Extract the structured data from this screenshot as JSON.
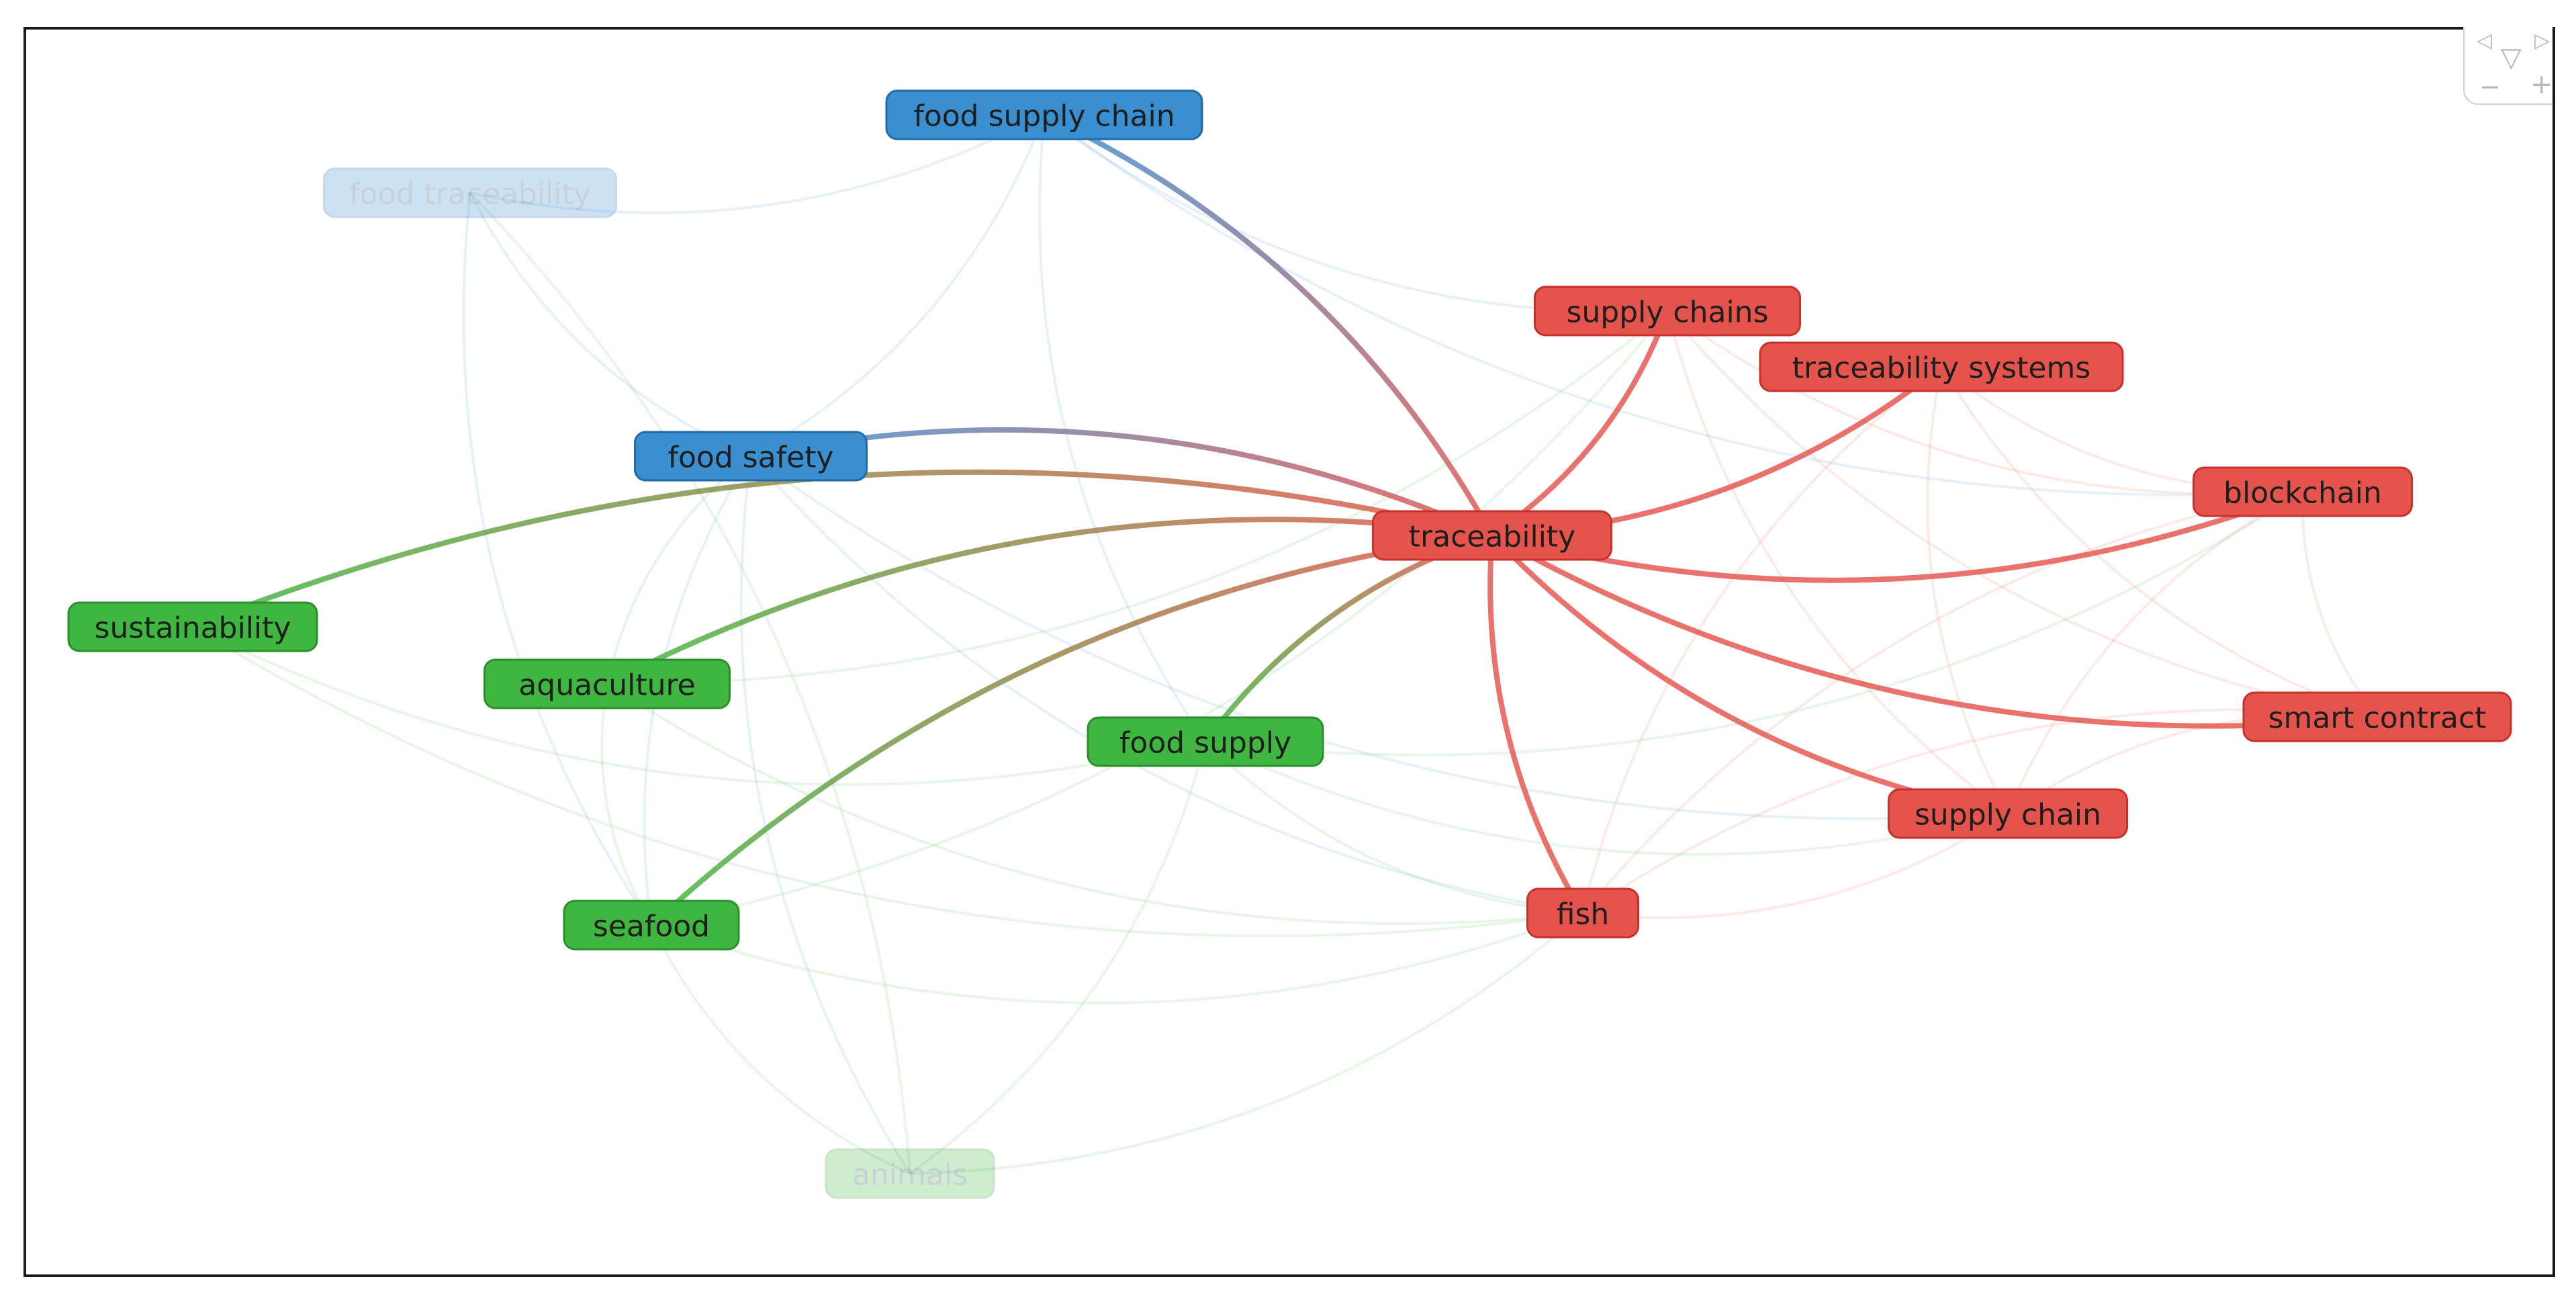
{
  "colors": {
    "red": "#e4534c",
    "red_stroke": "#c8312b",
    "green": "#3fb63f",
    "green_stroke": "#2b8f2b",
    "blue": "#3a8fd0",
    "blue_stroke": "#2369a6"
  },
  "nodes": [
    {
      "id": "traceability",
      "label": "traceability",
      "cluster": "red",
      "faded": false
    },
    {
      "id": "supply-chains",
      "label": "supply chains",
      "cluster": "red",
      "faded": false
    },
    {
      "id": "traceability-systems",
      "label": "traceability systems",
      "cluster": "red",
      "faded": false
    },
    {
      "id": "blockchain",
      "label": "blockchain",
      "cluster": "red",
      "faded": false
    },
    {
      "id": "smart-contract",
      "label": "smart contract",
      "cluster": "red",
      "faded": false
    },
    {
      "id": "supply-chain",
      "label": "supply chain",
      "cluster": "red",
      "faded": false
    },
    {
      "id": "fish",
      "label": "fish",
      "cluster": "red",
      "faded": false
    },
    {
      "id": "food-supply-chain",
      "label": "food supply chain",
      "cluster": "blue",
      "faded": false
    },
    {
      "id": "food-safety",
      "label": "food safety",
      "cluster": "blue",
      "faded": false
    },
    {
      "id": "food-traceability",
      "label": "food traceability",
      "cluster": "blue",
      "faded": true
    },
    {
      "id": "sustainability",
      "label": "sustainability",
      "cluster": "green",
      "faded": false
    },
    {
      "id": "aquaculture",
      "label": "aquaculture",
      "cluster": "green",
      "faded": false
    },
    {
      "id": "food-supply",
      "label": "food supply",
      "cluster": "green",
      "faded": false
    },
    {
      "id": "seafood",
      "label": "seafood",
      "cluster": "green",
      "faded": false
    },
    {
      "id": "animals",
      "label": "animals",
      "cluster": "green",
      "faded": true
    }
  ],
  "strong_links": [
    {
      "source": "traceability",
      "target": "supply-chains"
    },
    {
      "source": "traceability",
      "target": "traceability-systems"
    },
    {
      "source": "traceability",
      "target": "blockchain"
    },
    {
      "source": "traceability",
      "target": "smart-contract"
    },
    {
      "source": "traceability",
      "target": "supply-chain"
    },
    {
      "source": "traceability",
      "target": "fish"
    },
    {
      "source": "traceability",
      "target": "food-supply-chain"
    },
    {
      "source": "traceability",
      "target": "food-safety"
    },
    {
      "source": "traceability",
      "target": "sustainability"
    },
    {
      "source": "traceability",
      "target": "aquaculture"
    },
    {
      "source": "traceability",
      "target": "food-supply"
    },
    {
      "source": "traceability",
      "target": "seafood"
    }
  ],
  "faint_links": [
    {
      "source": "food-traceability",
      "target": "food-safety"
    },
    {
      "source": "food-traceability",
      "target": "seafood"
    },
    {
      "source": "food-traceability",
      "target": "food-supply-chain"
    },
    {
      "source": "food-safety",
      "target": "food-supply-chain"
    },
    {
      "source": "food-safety",
      "target": "seafood"
    },
    {
      "source": "food-safety",
      "target": "animals"
    },
    {
      "source": "food-safety",
      "target": "supply-chain"
    },
    {
      "source": "food-safety",
      "target": "fish"
    },
    {
      "source": "food-safety",
      "target": "aquaculture"
    },
    {
      "source": "food-supply-chain",
      "target": "food-supply"
    },
    {
      "source": "food-supply-chain",
      "target": "blockchain"
    },
    {
      "source": "food-supply-chain",
      "target": "supply-chains"
    },
    {
      "source": "sustainability",
      "target": "food-supply"
    },
    {
      "source": "sustainability",
      "target": "fish"
    },
    {
      "source": "aquaculture",
      "target": "fish"
    },
    {
      "source": "aquaculture",
      "target": "seafood"
    },
    {
      "source": "aquaculture",
      "target": "supply-chains"
    },
    {
      "source": "seafood",
      "target": "animals"
    },
    {
      "source": "seafood",
      "target": "fish"
    },
    {
      "source": "seafood",
      "target": "supply-chains"
    },
    {
      "source": "animals",
      "target": "fish"
    },
    {
      "source": "animals",
      "target": "food-supply"
    },
    {
      "source": "animals",
      "target": "food-traceability"
    },
    {
      "source": "food-supply",
      "target": "fish"
    },
    {
      "source": "food-supply",
      "target": "supply-chain"
    },
    {
      "source": "food-supply",
      "target": "blockchain"
    },
    {
      "source": "supply-chains",
      "target": "blockchain"
    },
    {
      "source": "supply-chains",
      "target": "supply-chain"
    },
    {
      "source": "supply-chains",
      "target": "smart-contract"
    },
    {
      "source": "traceability-systems",
      "target": "blockchain"
    },
    {
      "source": "traceability-systems",
      "target": "fish"
    },
    {
      "source": "traceability-systems",
      "target": "supply-chain"
    },
    {
      "source": "traceability-systems",
      "target": "smart-contract"
    },
    {
      "source": "blockchain",
      "target": "smart-contract"
    },
    {
      "source": "blockchain",
      "target": "supply-chain"
    },
    {
      "source": "blockchain",
      "target": "fish"
    },
    {
      "source": "smart-contract",
      "target": "supply-chain"
    },
    {
      "source": "smart-contract",
      "target": "fish"
    },
    {
      "source": "fish",
      "target": "supply-chain"
    }
  ]
}
